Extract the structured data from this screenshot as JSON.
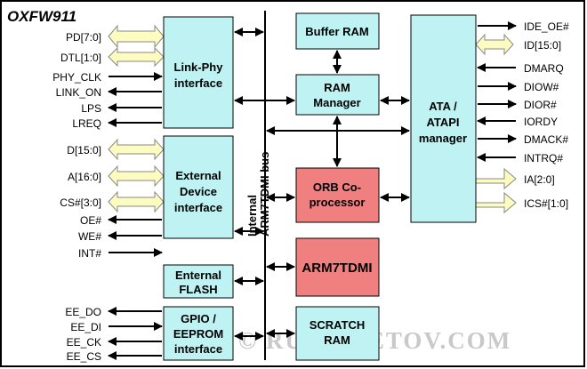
{
  "title": "OXFW911",
  "bus_label": [
    "Internal",
    "ARM7TDMI bus"
  ],
  "watermark": "© RUDOMETOV.COM",
  "colors": {
    "cyan": "#bff2f2",
    "salmon": "#f08080",
    "bus_yellow": "#fcfcc0",
    "line": "#000000"
  },
  "blocks": {
    "linkphy": [
      "Link-Phy",
      "interface"
    ],
    "extdev": [
      "External",
      "Device",
      "interface"
    ],
    "extflash": [
      "Enternal",
      "FLASH"
    ],
    "gpio": [
      "GPIO /",
      "EEPROM",
      "interface"
    ],
    "bufram": [
      "Buffer RAM"
    ],
    "ramman": [
      "RAM",
      "Manager"
    ],
    "orb": [
      "ORB Co-",
      "processor"
    ],
    "arm": [
      "ARM7TDMI"
    ],
    "scratch": [
      "SCRATCH",
      "RAM"
    ],
    "ata": [
      "ATA /",
      "ATAPI",
      "manager"
    ]
  },
  "left_signals": {
    "pd": "PD[7:0]",
    "dtl": "DTL[1:0]",
    "phy_clk": "PHY_CLK",
    "link_on": "LINK_ON",
    "lps": "LPS",
    "lreq": "LREQ",
    "d": "D[15:0]",
    "a": "A[16:0]",
    "cs": "CS#[3:0]",
    "oe": "OE#",
    "we": "WE#",
    "int": "INT#",
    "ee_do": "EE_DO",
    "ee_di": "EE_DI",
    "ee_ck": "EE_CK",
    "ee_cs": "EE_CS"
  },
  "right_signals": {
    "ide_oe": "IDE_OE#",
    "id": "ID[15:0]",
    "dmarq": "DMARQ",
    "diow": "DIOW#",
    "dior": "DIOR#",
    "iordy": "IORDY",
    "dmack": "DMACK#",
    "intrq": "INTRQ#",
    "ia": "IA[2:0]",
    "ics": "ICS#[1:0]"
  }
}
